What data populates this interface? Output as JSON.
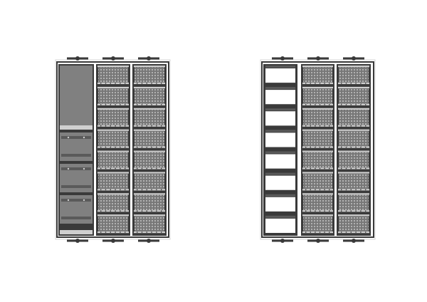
{
  "colors": {
    "background": "#ffffff",
    "frame": "#3a3a3a",
    "outline": "#d4d4d4",
    "blank_panel": "#808080",
    "mesh_plate": "#777777",
    "mesh_hole": "#b8b8b8",
    "rail": "#cfcfcf",
    "bar": "#5a5a5a"
  },
  "cabinets": [
    {
      "name": "left-cabinet",
      "columns": [
        {
          "type": "covered",
          "top_panels": 1,
          "lower_panels": 3
        },
        {
          "type": "modules",
          "rows": 8
        },
        {
          "type": "modules",
          "rows": 8
        }
      ]
    },
    {
      "name": "right-cabinet",
      "columns": [
        {
          "type": "open-frame",
          "openings": 8
        },
        {
          "type": "modules",
          "rows": 8
        },
        {
          "type": "modules",
          "rows": 8
        }
      ]
    }
  ]
}
